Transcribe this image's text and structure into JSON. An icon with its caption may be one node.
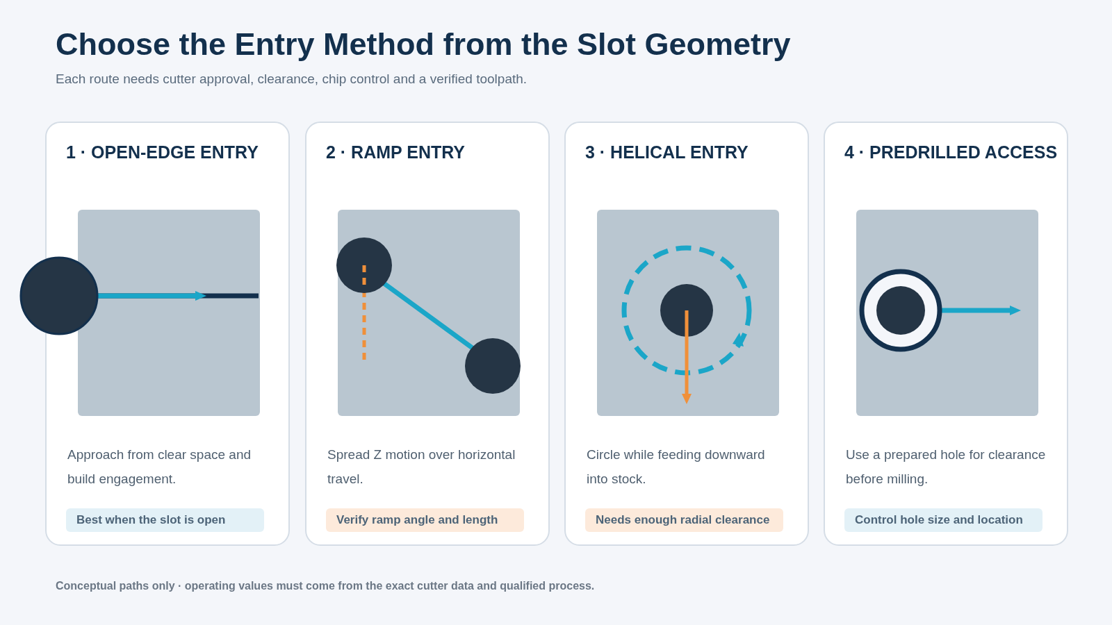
{
  "diagram": {
    "title": "Choose the Entry Method from the Slot Geometry",
    "caption": "Conceptual paths only · operating values must come from the exact cutter data and qualified process.",
    "labels": [
      "Each route needs cutter approval, clearance, chip control and a verified toolpath."
    ],
    "nodes": [
      {
        "text": [
          "1 · OPEN-EDGE ENTRY",
          "Approach from clear space and build engagement."
        ]
      },
      {
        "text": [
          "Best when the slot is open"
        ],
        "in": 0
      },
      {
        "text": [
          "2 · RAMP ENTRY",
          "Spread Z motion over horizontal travel."
        ]
      },
      {
        "text": [
          "Verify ramp angle and length"
        ],
        "in": 2
      },
      {
        "text": [
          "3 · HELICAL ENTRY",
          "Circle while feeding downward into stock."
        ]
      },
      {
        "text": [
          "Needs enough radial clearance"
        ],
        "in": 4
      },
      {
        "text": [
          "4 · PREDRILLED ACCESS",
          "Use a prepared hole for clearance before milling."
        ]
      },
      {
        "text": [
          "Control hole size and location"
        ],
        "in": 6
      }
    ]
  }
}
